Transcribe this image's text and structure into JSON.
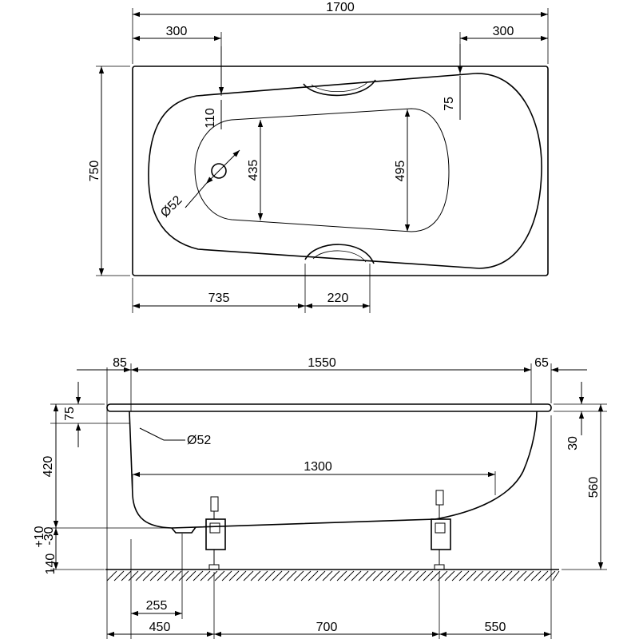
{
  "top_view": {
    "overall_length": "1700",
    "left_offset": "300",
    "right_offset": "300",
    "overall_width": "750",
    "end_width": "110",
    "rim_depth": "75",
    "inner_width_narrow": "435",
    "inner_width_wide": "495",
    "drain_diameter": "Ø52",
    "handle_position": "735",
    "handle_width": "220"
  },
  "side_view": {
    "left_rim": "85",
    "inner_length": "1550",
    "right_rim": "65",
    "rim_thickness": "75",
    "drain_diameter": "Ø52",
    "bottom_length": "1300",
    "tub_height": "420",
    "total_height": "560",
    "side_gap": "30",
    "leg_height_base": "140",
    "leg_height_plus": "+10",
    "leg_height_minus": "-30",
    "drain_offset": "255",
    "leg_offset_left": "450",
    "leg_spacing": "700",
    "leg_offset_right": "550"
  }
}
